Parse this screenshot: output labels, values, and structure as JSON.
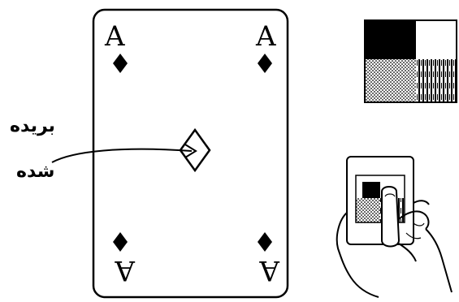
{
  "card": {
    "rank_top_left": "A",
    "rank_top_right": "A",
    "rank_bottom_left": "A",
    "rank_bottom_right": "A"
  },
  "annotation": {
    "line1": "بریده",
    "line2": "شده"
  }
}
